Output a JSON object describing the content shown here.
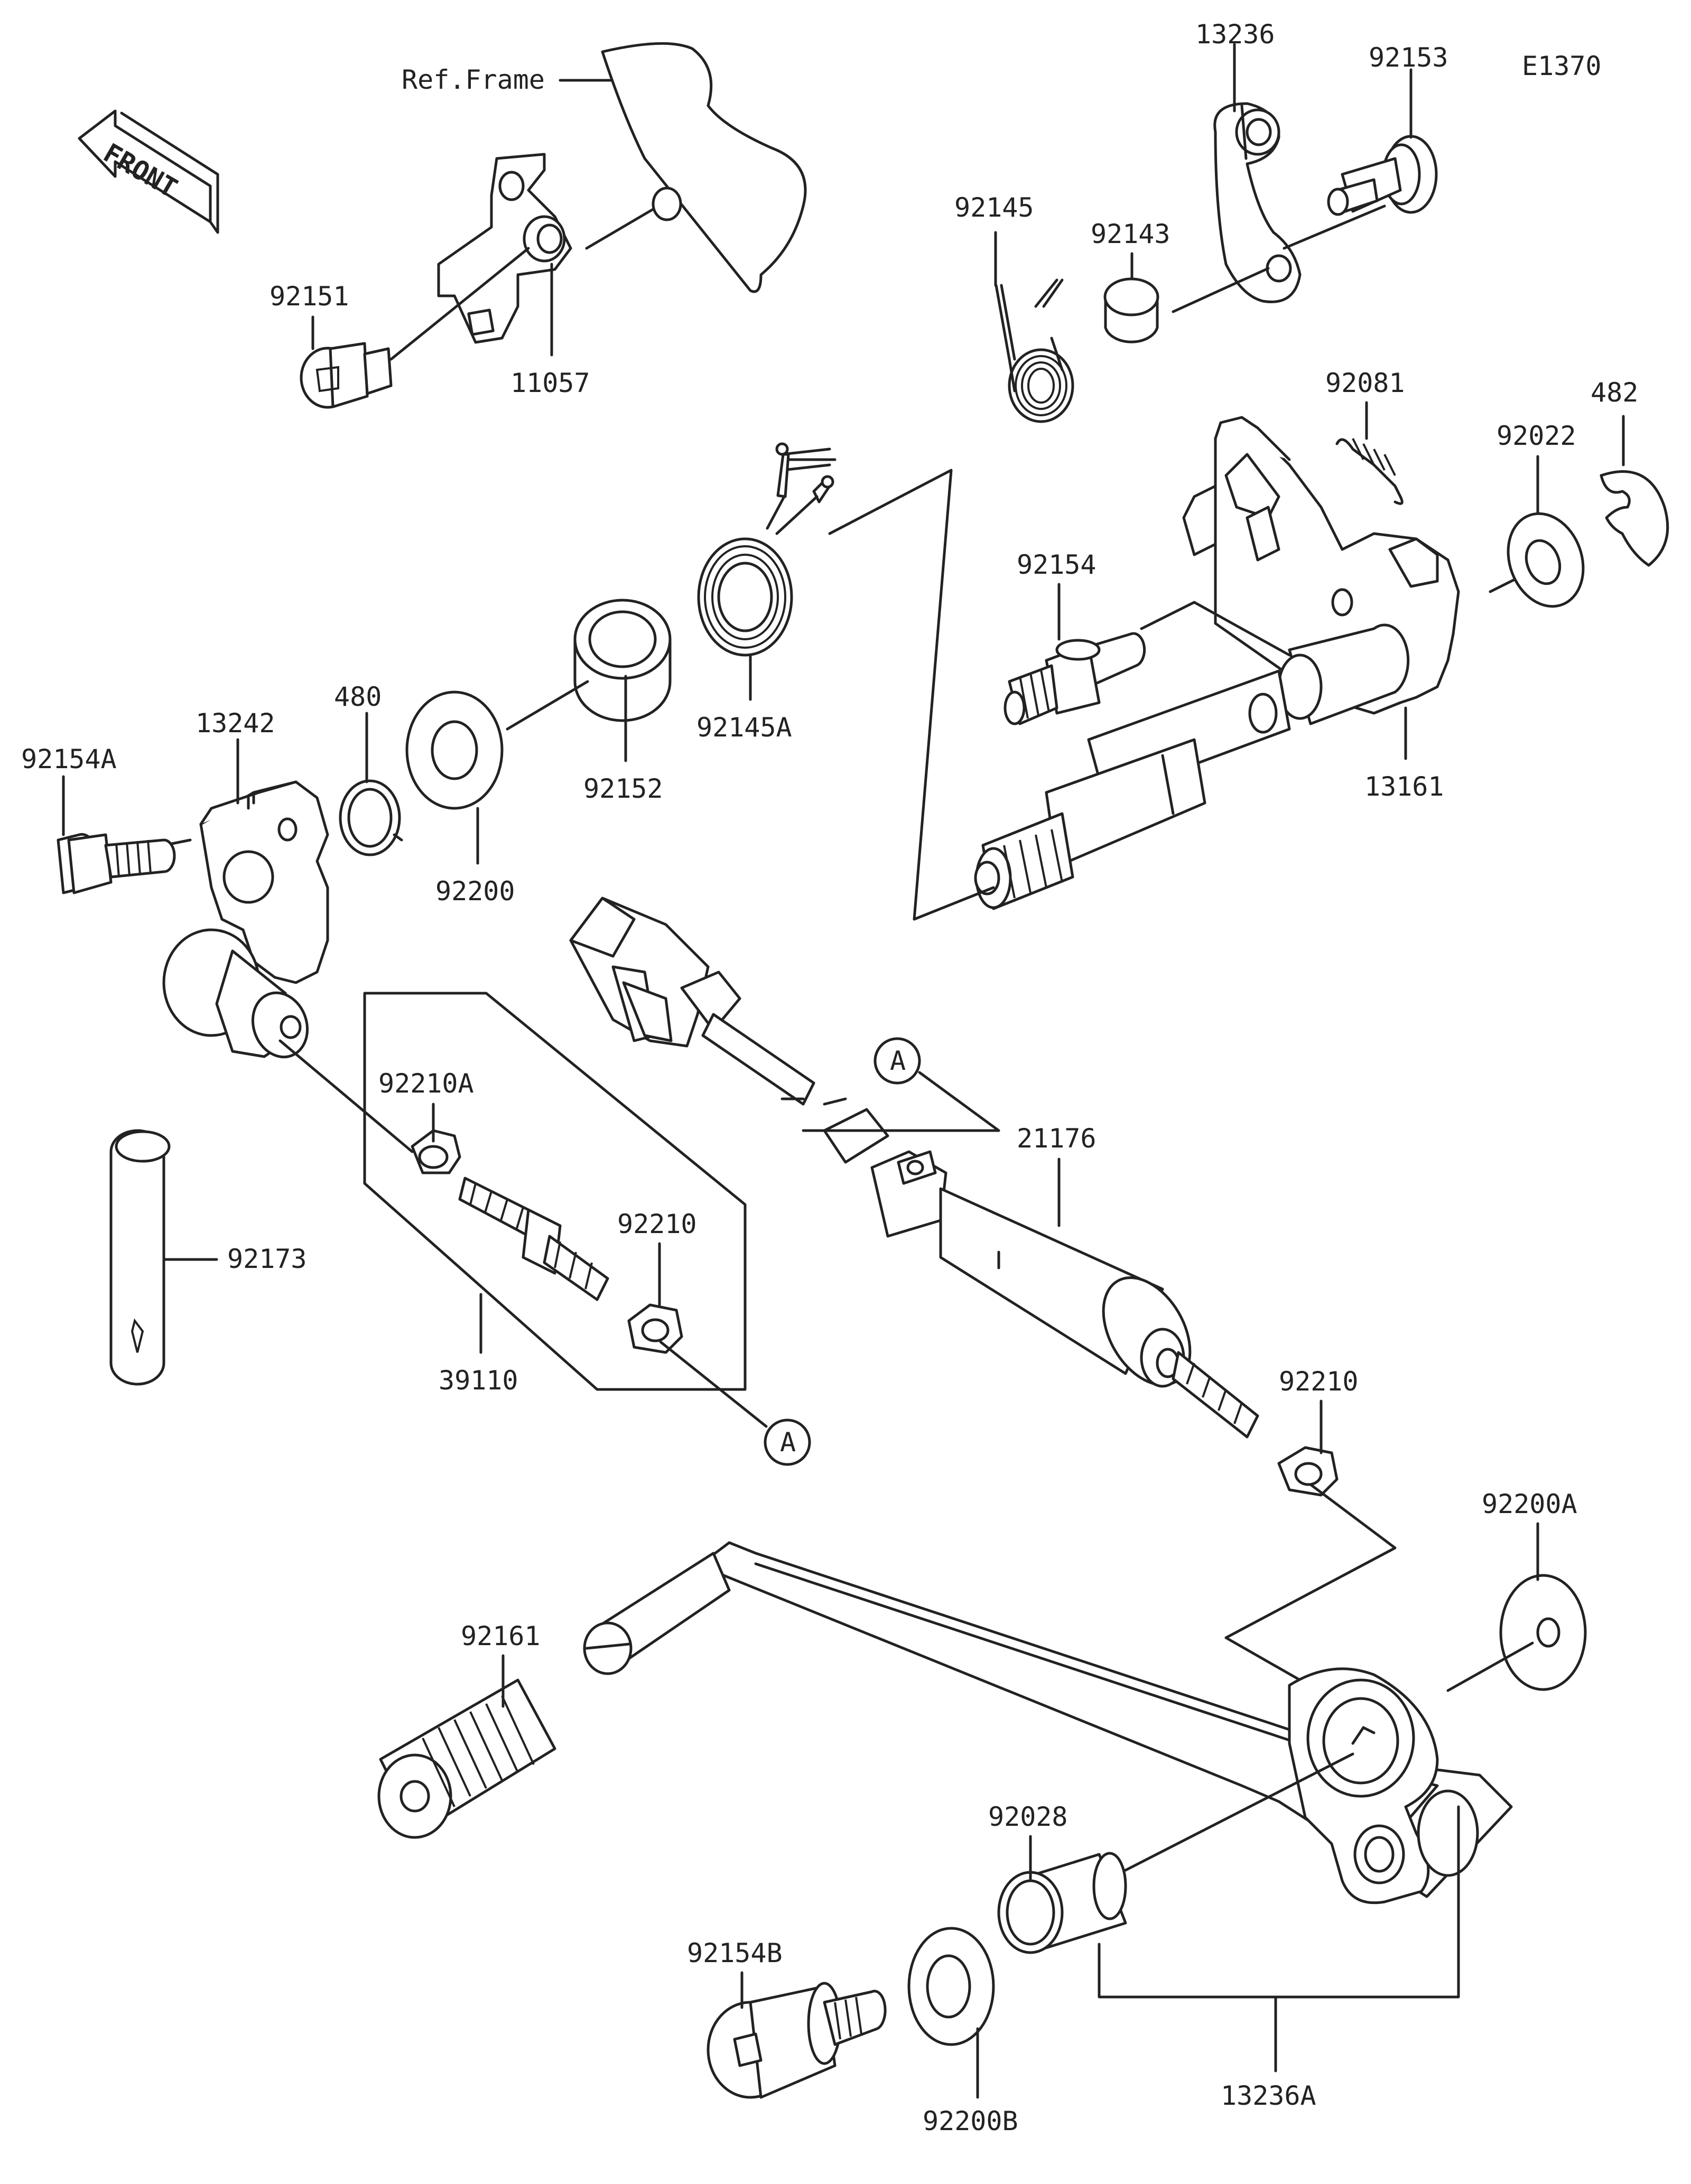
{
  "diagram_code": "E1370",
  "ref_label": "Ref.Frame",
  "front_label": "FRONT",
  "callout_mark": "A",
  "parts": [
    {
      "id": "p13236",
      "number": "13236"
    },
    {
      "id": "p92153",
      "number": "92153"
    },
    {
      "id": "p92145",
      "number": "92145"
    },
    {
      "id": "p92143",
      "number": "92143"
    },
    {
      "id": "p92151",
      "number": "92151"
    },
    {
      "id": "p11057",
      "number": "11057"
    },
    {
      "id": "p92081",
      "number": "92081"
    },
    {
      "id": "p482",
      "number": "482"
    },
    {
      "id": "p92022",
      "number": "92022"
    },
    {
      "id": "p92154",
      "number": "92154"
    },
    {
      "id": "p13161",
      "number": "13161"
    },
    {
      "id": "p480",
      "number": "480"
    },
    {
      "id": "p92152",
      "number": "92152"
    },
    {
      "id": "p92145A",
      "number": "92145A"
    },
    {
      "id": "p13242",
      "number": "13242"
    },
    {
      "id": "p92154A",
      "number": "92154A"
    },
    {
      "id": "p92200",
      "number": "92200"
    },
    {
      "id": "p92210A",
      "number": "92210A"
    },
    {
      "id": "p21176",
      "number": "21176"
    },
    {
      "id": "p92173",
      "number": "92173"
    },
    {
      "id": "p92210",
      "number": "92210"
    },
    {
      "id": "p39110",
      "number": "39110"
    },
    {
      "id": "p92210b",
      "number": "92210"
    },
    {
      "id": "p92200A",
      "number": "92200A"
    },
    {
      "id": "p92161",
      "number": "92161"
    },
    {
      "id": "p92028",
      "number": "92028"
    },
    {
      "id": "p92154B",
      "number": "92154B"
    },
    {
      "id": "p92200B",
      "number": "92200B"
    },
    {
      "id": "p13236A",
      "number": "13236A"
    }
  ]
}
